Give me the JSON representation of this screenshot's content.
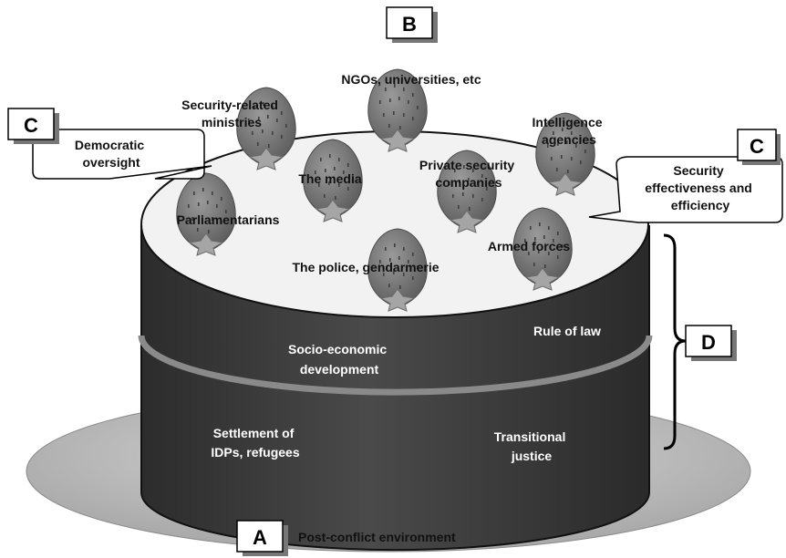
{
  "boxes": {
    "a": "A",
    "b": "B",
    "c_left": "C",
    "c_right": "C",
    "d": "D"
  },
  "base_label": "Post-conflict environment",
  "callouts": {
    "left": [
      "Democratic",
      "oversight"
    ],
    "right": [
      "Security",
      "effectiveness and",
      "efficiency"
    ]
  },
  "actors": {
    "ngos": "NGOs, universities, etc",
    "ministries": [
      "Security-related",
      "ministries"
    ],
    "intelligence": [
      "Intelligence",
      "agencies"
    ],
    "media": "The media",
    "private_security": [
      "Private security",
      "companies"
    ],
    "parliamentarians": "Parliamentarians",
    "armed_forces": "Armed forces",
    "police": "The police, gendarmerie"
  },
  "cake_layers": {
    "rule_of_law": "Rule of law",
    "socio_economic": [
      "Socio-economic",
      "development"
    ],
    "settlement": [
      "Settlement of",
      "IDPs, refugees"
    ],
    "transitional_justice": [
      "Transitional",
      "justice"
    ]
  },
  "colors": {
    "cake_body": "#3b3b3b",
    "cake_top": "#f2f2f2",
    "plate": "#bdbdbd",
    "strawberry": "#777777",
    "band": "#8a8a8a"
  },
  "icons": [
    "strawberry-icon",
    "curly-brace-icon"
  ]
}
